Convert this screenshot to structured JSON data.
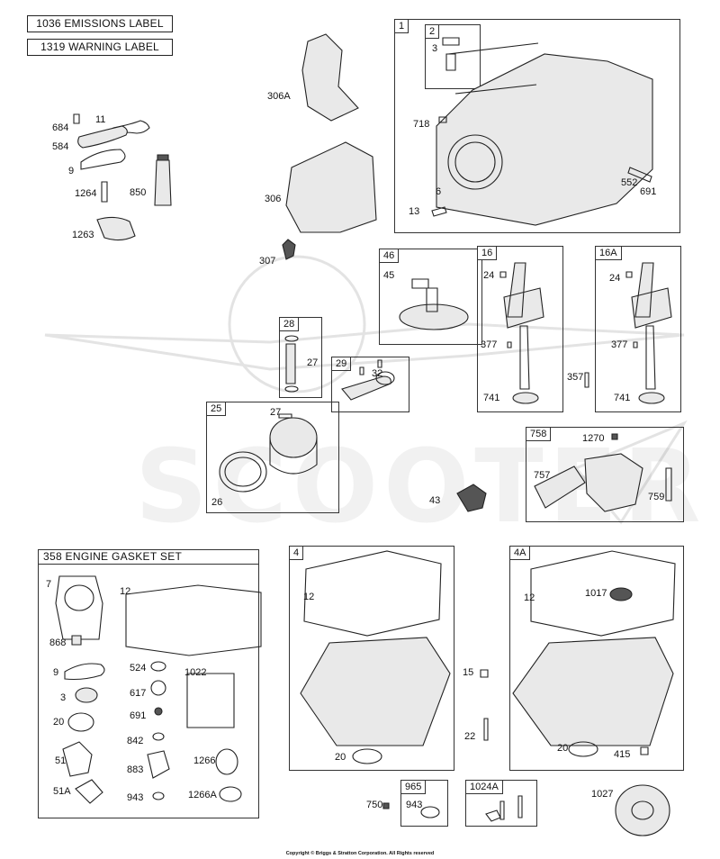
{
  "header_labels": {
    "emissions": "1036 EMISSIONS LABEL",
    "warning": "1319 WARNING LABEL"
  },
  "frames": {
    "f1": "1",
    "f2": "2",
    "f46": "46",
    "f16": "16",
    "f16a": "16A",
    "f28": "28",
    "f29": "29",
    "f25": "25",
    "f758": "758",
    "f4": "4",
    "f4a": "4A",
    "f965": "965",
    "f1024a": "1024A"
  },
  "gasket_set": {
    "title": "358 ENGINE GASKET SET"
  },
  "callouts": {
    "c684": "684",
    "c11": "11",
    "c584": "584",
    "c9a": "9",
    "c850": "850",
    "c1264": "1264",
    "c1263": "1263",
    "c306a": "306A",
    "c306": "306",
    "c307": "307",
    "c3a": "3",
    "c718": "718",
    "c6": "6",
    "c13": "13",
    "c552": "552",
    "c691a": "691",
    "c45": "45",
    "c24a": "24",
    "c377a": "377",
    "c741a": "741",
    "c357": "357",
    "c24b": "24",
    "c377b": "377",
    "c741b": "741",
    "c27a": "27",
    "c32": "32",
    "c27b": "27",
    "c26": "26",
    "c43": "43",
    "c1270": "1270",
    "c757": "757",
    "c759": "759",
    "c7": "7",
    "c12a": "12",
    "c868": "868",
    "c9b": "9",
    "c524": "524",
    "c1022": "1022",
    "c3b": "3",
    "c617": "617",
    "c20a": "20",
    "c691b": "691",
    "c842": "842",
    "c51": "51",
    "c883": "883",
    "c1266": "1266",
    "c51a": "51A",
    "c943a": "943",
    "c1266a": "1266A",
    "c12b": "12",
    "c20b": "20",
    "c15": "15",
    "c22": "22",
    "c12c": "12",
    "c1017": "1017",
    "c20c": "20",
    "c415": "415",
    "c750": "750",
    "c943b": "943",
    "c1027": "1027"
  },
  "watermark": "SCOOTER",
  "copyright": "Copyright © Briggs & Stratton Corporation. All Rights reserved"
}
